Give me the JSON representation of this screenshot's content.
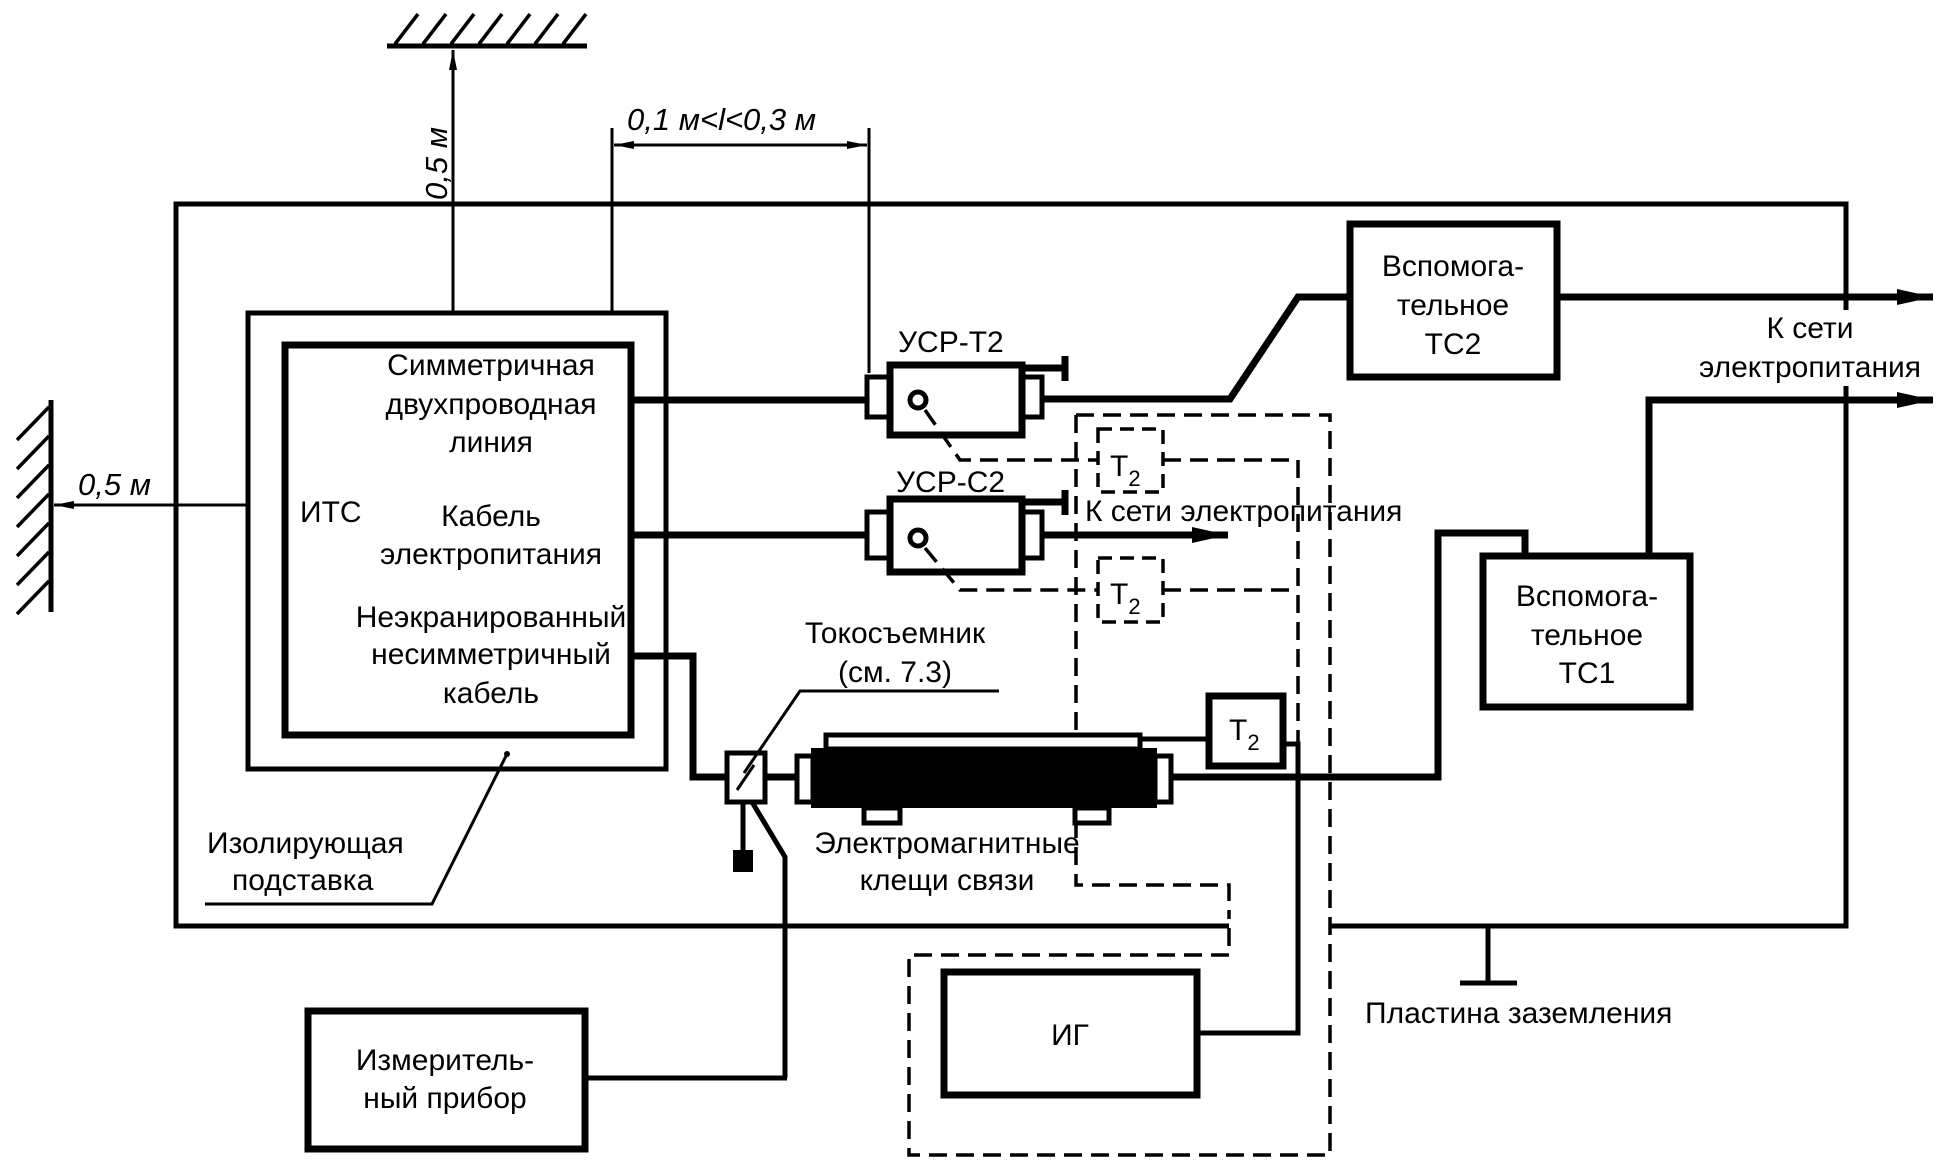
{
  "figure": {
    "type": "block-diagram",
    "dimensions": {
      "wall_distance": "0,5 м",
      "ceiling_distance": "0,5 м",
      "cable_length": "0,1 м<l<0,3 м"
    },
    "eut": {
      "label": "ИТС",
      "ports": [
        {
          "lines": [
            "Симметричная",
            "двухпроводная",
            "линия"
          ]
        },
        {
          "lines": [
            "Кабель",
            "электропитания"
          ]
        },
        {
          "lines": [
            "Неэкранированный",
            "несимметричный",
            "кабель"
          ]
        }
      ]
    },
    "cdn_t2": {
      "label": "УСР-Т2"
    },
    "cdn_c2": {
      "label": "УСР-С2"
    },
    "termination": {
      "main": "T",
      "sub": "2"
    },
    "to_mains": "К сети электропитания",
    "to_mains_right": {
      "lines": [
        "К сети",
        "электропитания"
      ]
    },
    "ae2": {
      "lines": [
        "Вспомога-",
        "тельное",
        "ТС2"
      ]
    },
    "ae1": {
      "lines": [
        "Вспомога-",
        "тельное",
        "ТС1"
      ]
    },
    "current_probe": {
      "lines": [
        "Токосъемник",
        "(см. 7.3)"
      ]
    },
    "clamp": {
      "lines": [
        "Электромагнитные",
        "клещи связи"
      ]
    },
    "stand": {
      "lines": [
        "Изолирующая",
        "подставка"
      ]
    },
    "meter": {
      "lines": [
        "Измеритель-",
        "ный прибор"
      ]
    },
    "generator": {
      "label": "ИГ"
    },
    "ground_plane": {
      "label": "Пластина заземления"
    }
  }
}
